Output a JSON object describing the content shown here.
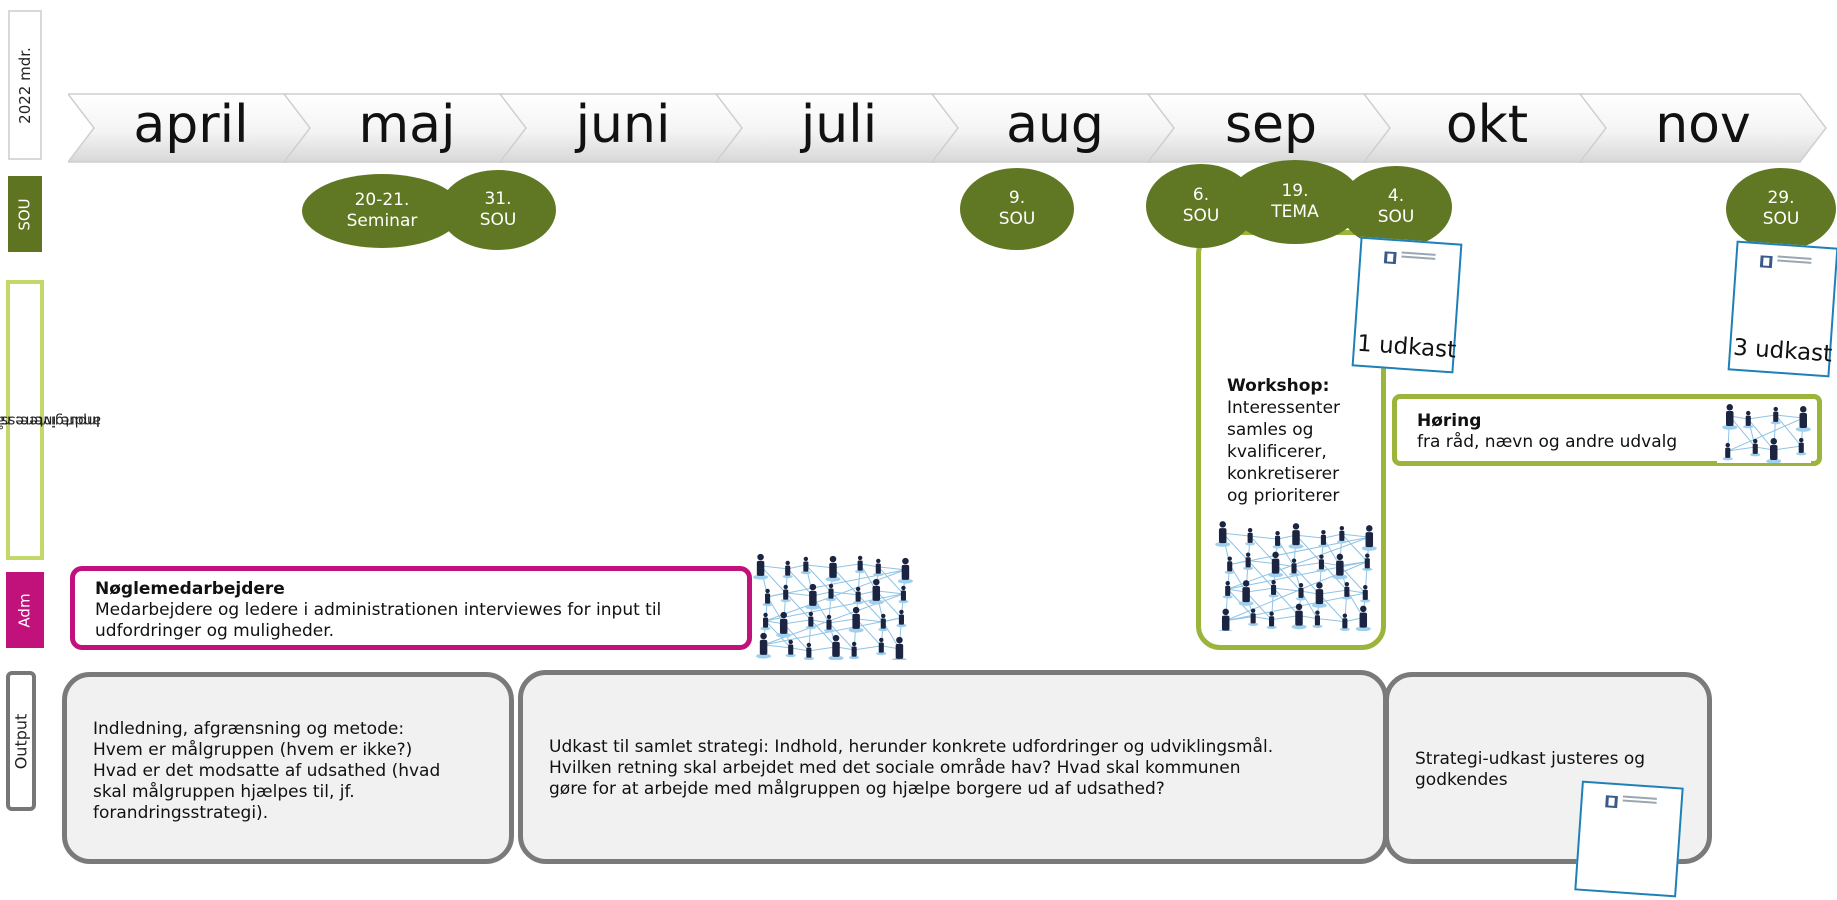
{
  "side_labels": {
    "year": "2022 mdr.",
    "sou": "SOU",
    "input_line1": "Inputgivere: råd, nævn,",
    "input_line2": "andre interessenter",
    "adm": "Adm",
    "output": "Output"
  },
  "months": [
    "april",
    "maj",
    "juni",
    "juli",
    "aug",
    "sep",
    "okt",
    "nov"
  ],
  "meetings": [
    {
      "line1": "20-21.",
      "line2": "Seminar"
    },
    {
      "line1": "31.",
      "line2": "SOU"
    },
    {
      "line1": "9.",
      "line2": "SOU"
    },
    {
      "line1": "6.",
      "line2": "SOU"
    },
    {
      "line1": "19.",
      "line2": "TEMA"
    },
    {
      "line1": "4.",
      "line2": "SOU"
    },
    {
      "line1": "29.",
      "line2": "SOU"
    }
  ],
  "documents": {
    "draft1": "1 udkast",
    "draft3": "3 udkast"
  },
  "workshop": {
    "title": "Workshop:",
    "l1": "Interessenter",
    "l2": "samles og",
    "l3": "kvalificerer,",
    "l4": "konkretiserer",
    "l5": "og prioriterer"
  },
  "hearing": {
    "title": "Høring",
    "text": "fra råd, nævn og andre udvalg"
  },
  "key_staff": {
    "title": "Nøglemedarbejdere",
    "l1": "Medarbejdere og ledere i administrationen interviewes for input til",
    "l2": "udfordringer og muligheder."
  },
  "outputs": {
    "first": {
      "l1": "Indledning, afgrænsning og metode:",
      "l2": "Hvem er målgruppen (hvem er ikke?)",
      "l3": "Hvad er det modsatte af udsathed (hvad",
      "l4": "skal målgruppen hjælpes til, jf.",
      "l5": "forandringsstrategi)."
    },
    "second": {
      "l1": "Udkast til samlet strategi: Indhold, herunder konkrete udfordringer og udviklingsmål.",
      "l2": "Hvilken retning skal arbejdet med det sociale område hav? Hvad skal kommunen",
      "l3": "gøre for at arbejde med målgruppen og hjælpe borgere ud af udsathed?"
    },
    "third": {
      "l1": "Strategi-udkast justeres og",
      "l2": "godkendes"
    }
  },
  "colors": {
    "sou_green": "#5e7421",
    "input_green": "#9bb43a",
    "adm_magenta": "#c0127a",
    "output_grey": "#7a7a7a",
    "doc_blue": "#1f7fb8"
  }
}
